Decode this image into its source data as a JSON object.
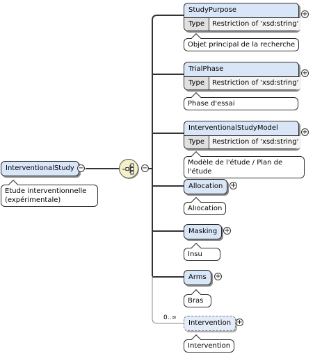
{
  "root": {
    "name": "InterventionalStudy",
    "annotation": "Etude interventionnelle (expérimentale)"
  },
  "sequence": {
    "icon": "sequence-compositor-icon"
  },
  "children": [
    {
      "name": "StudyPurpose",
      "type_label": "Type",
      "type_value": "Restriction of 'xsd:string'",
      "annotation": "Objet principal de la recherche"
    },
    {
      "name": "TrialPhase",
      "type_label": "Type",
      "type_value": "Restriction of 'xsd:string'",
      "annotation": "Phase d'essai"
    },
    {
      "name": "InterventionalStudyModel",
      "type_label": "Type",
      "type_value": "Restriction of 'xsd:string'",
      "annotation": "Modèle de l'étude / Plan de l'étude"
    },
    {
      "name": "Allocation",
      "annotation": "Allocation"
    },
    {
      "name": "Masking",
      "annotation": "Insu"
    },
    {
      "name": "Arms",
      "annotation": "Bras"
    },
    {
      "name": "Intervention",
      "annotation": "Intervention",
      "cardinality": "0..∞"
    }
  ],
  "toggles": {
    "expand": "+",
    "collapse": "−"
  }
}
